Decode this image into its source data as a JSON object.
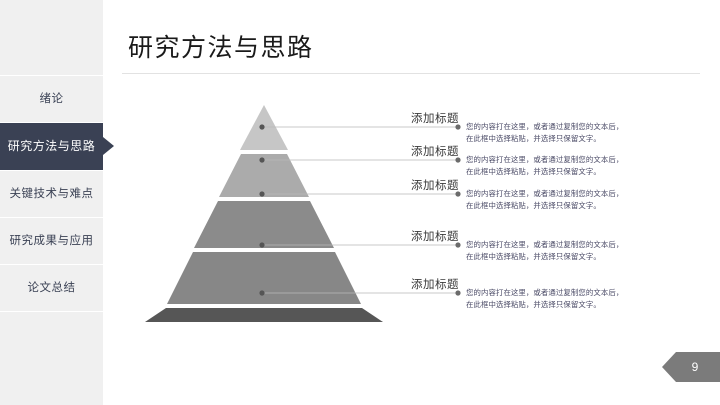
{
  "slide": {
    "title": "研究方法与思路",
    "page_number": "9",
    "background_color": "#ffffff"
  },
  "sidebar": {
    "background_color": "#f0f0f0",
    "active_color": "#3a4154",
    "items": [
      {
        "label": "绪论",
        "active": false
      },
      {
        "label": "研究方法与思路",
        "active": true
      },
      {
        "label": "关键技术与难点",
        "active": false
      },
      {
        "label": "研究成果与应用",
        "active": false
      },
      {
        "label": "论文总结",
        "active": false
      }
    ]
  },
  "pyramid": {
    "levels": [
      {
        "label": "添加标题",
        "color": "#c6c6c6",
        "body_line1": "您的内容打在这里，或者通过复制您的文本后，",
        "body_line2": "在此框中选择粘贴，并选择只保留文字。"
      },
      {
        "label": "添加标题",
        "color": "#ababab",
        "body_line1": "您的内容打在这里，或者通过复制您的文本后，",
        "body_line2": "在此框中选择粘贴，并选择只保留文字。"
      },
      {
        "label": "添加标题",
        "color": "#8b8b8b",
        "body_line1": "您的内容打在这里，或者通过复制您的文本后，",
        "body_line2": "在此框中选择粘贴，并选择只保留文字。"
      },
      {
        "label": "添加标题",
        "color": "#828282",
        "body_line1": "您的内容打在这里，或者通过复制您的文本后，",
        "body_line2": "在此框中选择粘贴，并选择只保留文字。"
      },
      {
        "label": "添加标题",
        "color": "#565656",
        "body_line1": "您的内容打在这里，或者通过复制您的文本后，",
        "body_line2": "在此框中选择粘贴，并选择只保留文字。"
      }
    ]
  }
}
